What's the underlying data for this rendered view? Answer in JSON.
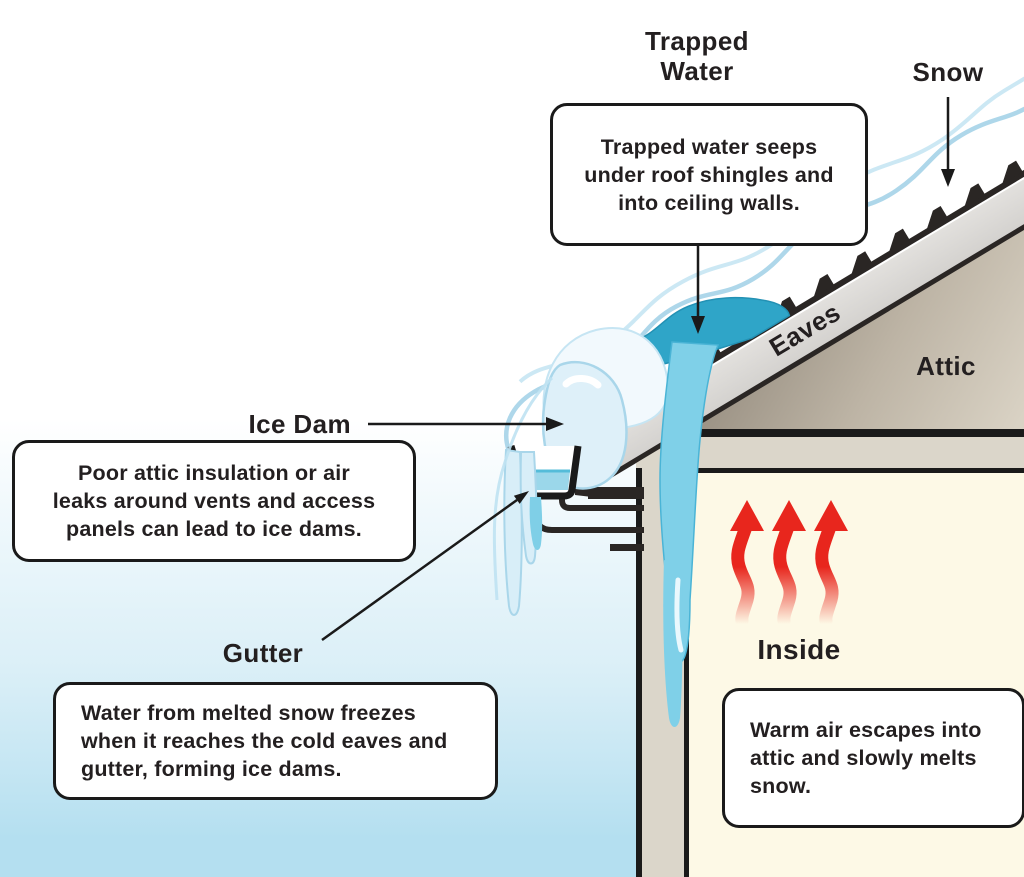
{
  "title": "Ice dam formation diagram",
  "labels": {
    "trapped_water": {
      "line1": "Trapped",
      "line2": "Water"
    },
    "snow": "Snow",
    "eaves": "Eaves",
    "attic": "Attic",
    "ice_dam": "Ice Dam",
    "gutter": "Gutter",
    "inside": "Inside"
  },
  "callouts": {
    "trapped_water": {
      "lines": [
        "Trapped water seeps",
        "under roof shingles and",
        "into ceiling walls."
      ]
    },
    "ice_dam": {
      "lines": [
        "Poor attic insulation or air",
        "leaks around vents and access",
        "panels can lead to ice dams."
      ]
    },
    "gutter": {
      "lines": [
        "Water from melted snow freezes",
        "when it reaches the cold eaves and",
        "gutter, forming ice dams."
      ]
    },
    "inside": {
      "lines": [
        "Warm air escapes into",
        "attic and slowly melts",
        "snow."
      ]
    }
  },
  "colors": {
    "background": "#ffffff",
    "sky_blue": "#b4dff0",
    "outline_black": "#1a1a1a",
    "roof_deck_gray": "#dddbd8",
    "attic_dark": "#999083",
    "attic_light": "#d9d2c4",
    "wall_band": "#dbd6ca",
    "room_cream": "#fdf9e6",
    "snow_white": "#ffffff",
    "snow_line_blue": "#aed7ea",
    "ice_pale": "#d8eef8",
    "melt_water_cyan": "#7fd0e8",
    "trapped_water_teal": "#2fa5c8",
    "gutter_water": "#9bd7ea",
    "heat_arrow_red": "#e8261d",
    "callout_bg": "#ffffff",
    "text": "#231f20"
  }
}
